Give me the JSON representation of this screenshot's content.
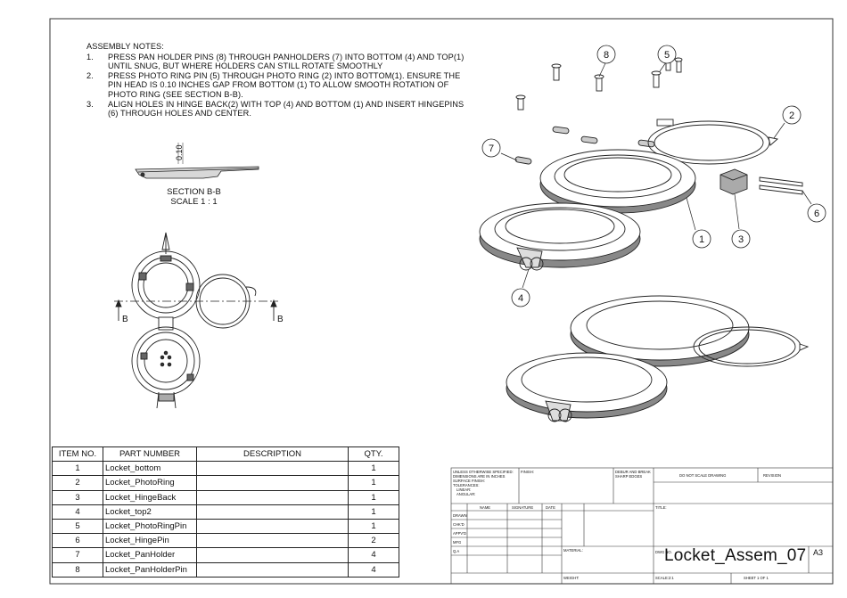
{
  "assembly_notes": {
    "title": "ASSEMBLY NOTES:",
    "items": [
      {
        "num": "1.",
        "text": "PRESS PAN HOLDER PINS (8) THROUGH PANHOLDERS (7) INTO BOTTOM (4) AND TOP(1) UNTIL SNUG, BUT WHERE HOLDERS CAN STILL ROTATE SMOOTHLY"
      },
      {
        "num": "2.",
        "text": "PRESS PHOTO RING PIN (5) THROUGH PHOTO RING (2) INTO BOTTOM(1). ENSURE THE PIN HEAD IS 0.10 INCHES GAP FROM BOTTOM (1) TO ALLOW SMOOTH ROTATION OF PHOTO RING (SEE SECTION B-B)."
      },
      {
        "num": "3.",
        "text": "ALIGN HOLES IN HINGE BACK(2) WITH TOP (4) AND BOTTOM (1) AND INSERT HINGEPINS (6) THROUGH HOLES AND CENTER."
      }
    ]
  },
  "section": {
    "title": "SECTION B-B",
    "scale": "SCALE 1 : 1",
    "dimension": "0.10",
    "cut_label": "B"
  },
  "balloons": [
    "1",
    "2",
    "3",
    "4",
    "5",
    "6",
    "7",
    "8"
  ],
  "bom": {
    "headers": [
      "ITEM NO.",
      "PART NUMBER",
      "DESCRIPTION",
      "QTY."
    ],
    "rows": [
      {
        "item": "1",
        "part": "Locket_bottom",
        "desc": "",
        "qty": "1"
      },
      {
        "item": "2",
        "part": "Locket_PhotoRing",
        "desc": "",
        "qty": "1"
      },
      {
        "item": "3",
        "part": "Locket_HingeBack",
        "desc": "",
        "qty": "1"
      },
      {
        "item": "4",
        "part": "Locket_top2",
        "desc": "",
        "qty": "1"
      },
      {
        "item": "5",
        "part": "Locket_PhotoRingPin",
        "desc": "",
        "qty": "1"
      },
      {
        "item": "6",
        "part": "Locket_HingePin",
        "desc": "",
        "qty": "2"
      },
      {
        "item": "7",
        "part": "Locket_PanHolder",
        "desc": "",
        "qty": "4"
      },
      {
        "item": "8",
        "part": "Locket_PanHolderPin",
        "desc": "",
        "qty": "4"
      }
    ]
  },
  "title_block": {
    "unless": "UNLESS OTHERWISE SPECIFIED:",
    "dims": "DIMENSIONS ARE IN INCHES",
    "surface": "SURFACE FINISH:",
    "tolerances": "TOLERANCES:",
    "linear": "LINEAR:",
    "angular": "ANGULAR:",
    "finish": "FINISH:",
    "deburr": "DEBUR AND BREAK SHARP EDGES",
    "do_not_scale": "DO NOT SCALE DRAWING",
    "revision": "REVISION",
    "name": "NAME",
    "signature": "SIGNATURE",
    "date": "DATE",
    "title": "TITLE:",
    "drawn": "DRAWN",
    "chkd": "CHK'D",
    "appvd": "APPV'D",
    "mfg": "MFG",
    "qa": "Q.A",
    "material": "MATERIAL:",
    "dwg_no": "DWG NO.",
    "drawing_name": "Locket_Assem_07",
    "size": "A3",
    "weight": "WEIGHT:",
    "scale": "SCALE:2:1",
    "sheet": "SHEET 1 OF 1"
  }
}
